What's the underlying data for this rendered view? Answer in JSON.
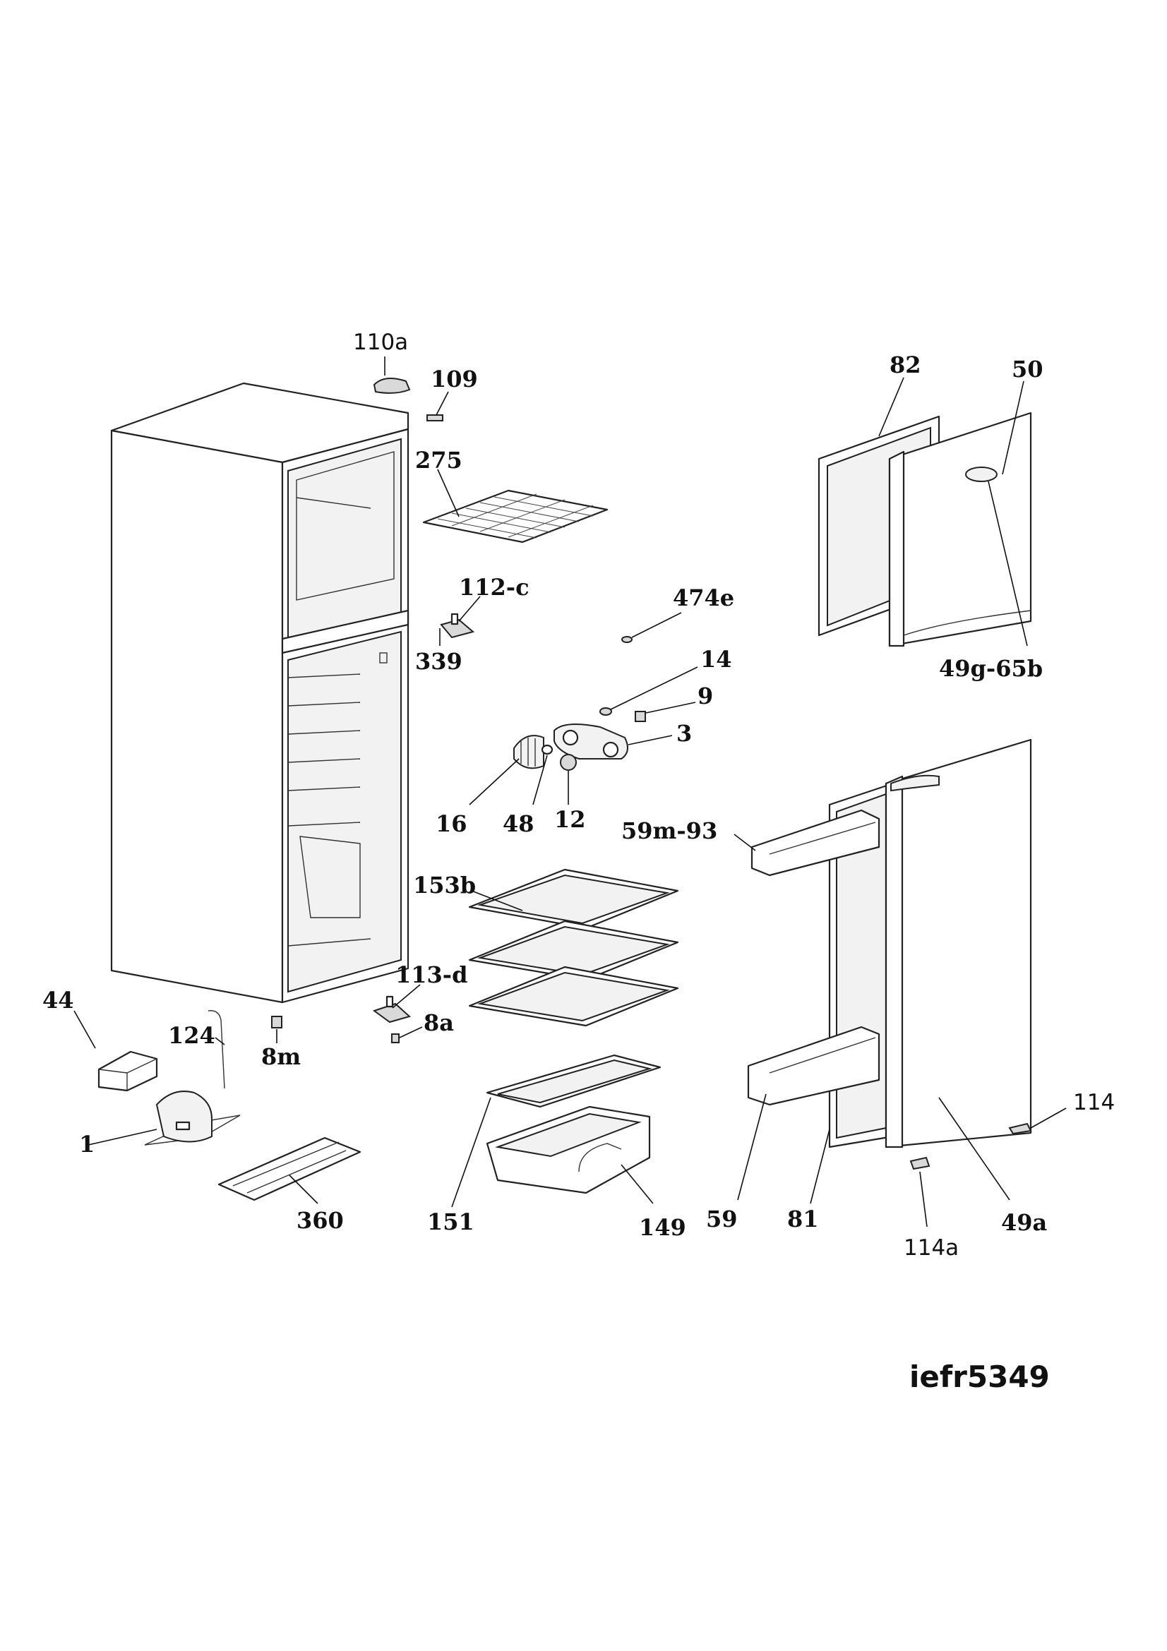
{
  "diagram": {
    "model_code": "iefr5349",
    "callouts": {
      "c110a": "110a",
      "c109": "109",
      "c275": "275",
      "c112c": "112-c",
      "c339": "339",
      "c474e": "474e",
      "c14": "14",
      "c9": "9",
      "c3": "3",
      "c16": "16",
      "c48": "48",
      "c12": "12",
      "c82": "82",
      "c50": "50",
      "c49g65b": "49g-65b",
      "c59m93": "59m-93",
      "c153b": "153b",
      "c113d": "113-d",
      "c8a": "8a",
      "c44": "44",
      "c124": "124",
      "c8m": "8m",
      "c1": "1",
      "c360": "360",
      "c151": "151",
      "c149": "149",
      "c59": "59",
      "c81": "81",
      "c114": "114",
      "c114a": "114a",
      "c49a": "49a"
    }
  }
}
